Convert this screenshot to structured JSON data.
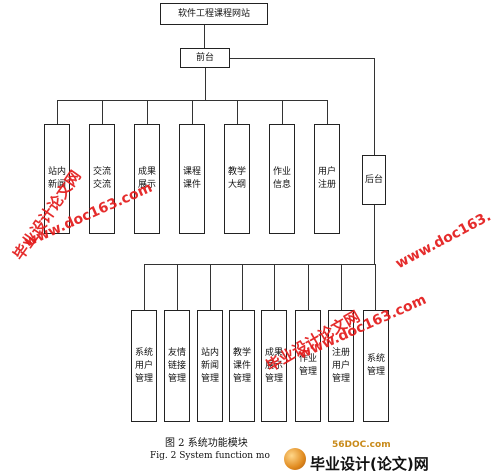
{
  "root": {
    "label": "软件工程课程网站"
  },
  "front": {
    "label": "前台"
  },
  "back": {
    "label": "后台"
  },
  "front_modules": [
    {
      "label": "站内\n新闻"
    },
    {
      "label": "交流\n交流"
    },
    {
      "label": "成果\n展示"
    },
    {
      "label": "课程\n课件"
    },
    {
      "label": "教学\n大纲"
    },
    {
      "label": "作业\n信息"
    },
    {
      "label": "用户\n注册"
    }
  ],
  "back_modules": [
    {
      "label": "系统\n用户\n管理"
    },
    {
      "label": "友情\n链接\n管理"
    },
    {
      "label": "站内\n新闻\n管理"
    },
    {
      "label": "教学\n课件\n管理"
    },
    {
      "label": "成果\n展示\n管理"
    },
    {
      "label": "作业\n管理"
    },
    {
      "label": "注册\n用户\n管理"
    },
    {
      "label": "系统\n管理"
    }
  ],
  "caption": {
    "cn": "图 2    系统功能模块",
    "en": "Fig. 2    System function mo"
  },
  "watermarks": [
    {
      "text": "www.doc163.com"
    },
    {
      "text": "毕业设计论文网"
    },
    {
      "text": "www.doc163.com"
    },
    {
      "text": "毕业设计论文网"
    },
    {
      "text": "www.doc163."
    }
  ],
  "logo": {
    "top": "56DOC.com",
    "main": "毕业设计(论文)网"
  },
  "colors": {
    "watermark": "#e31b1b",
    "line": "#333333"
  }
}
